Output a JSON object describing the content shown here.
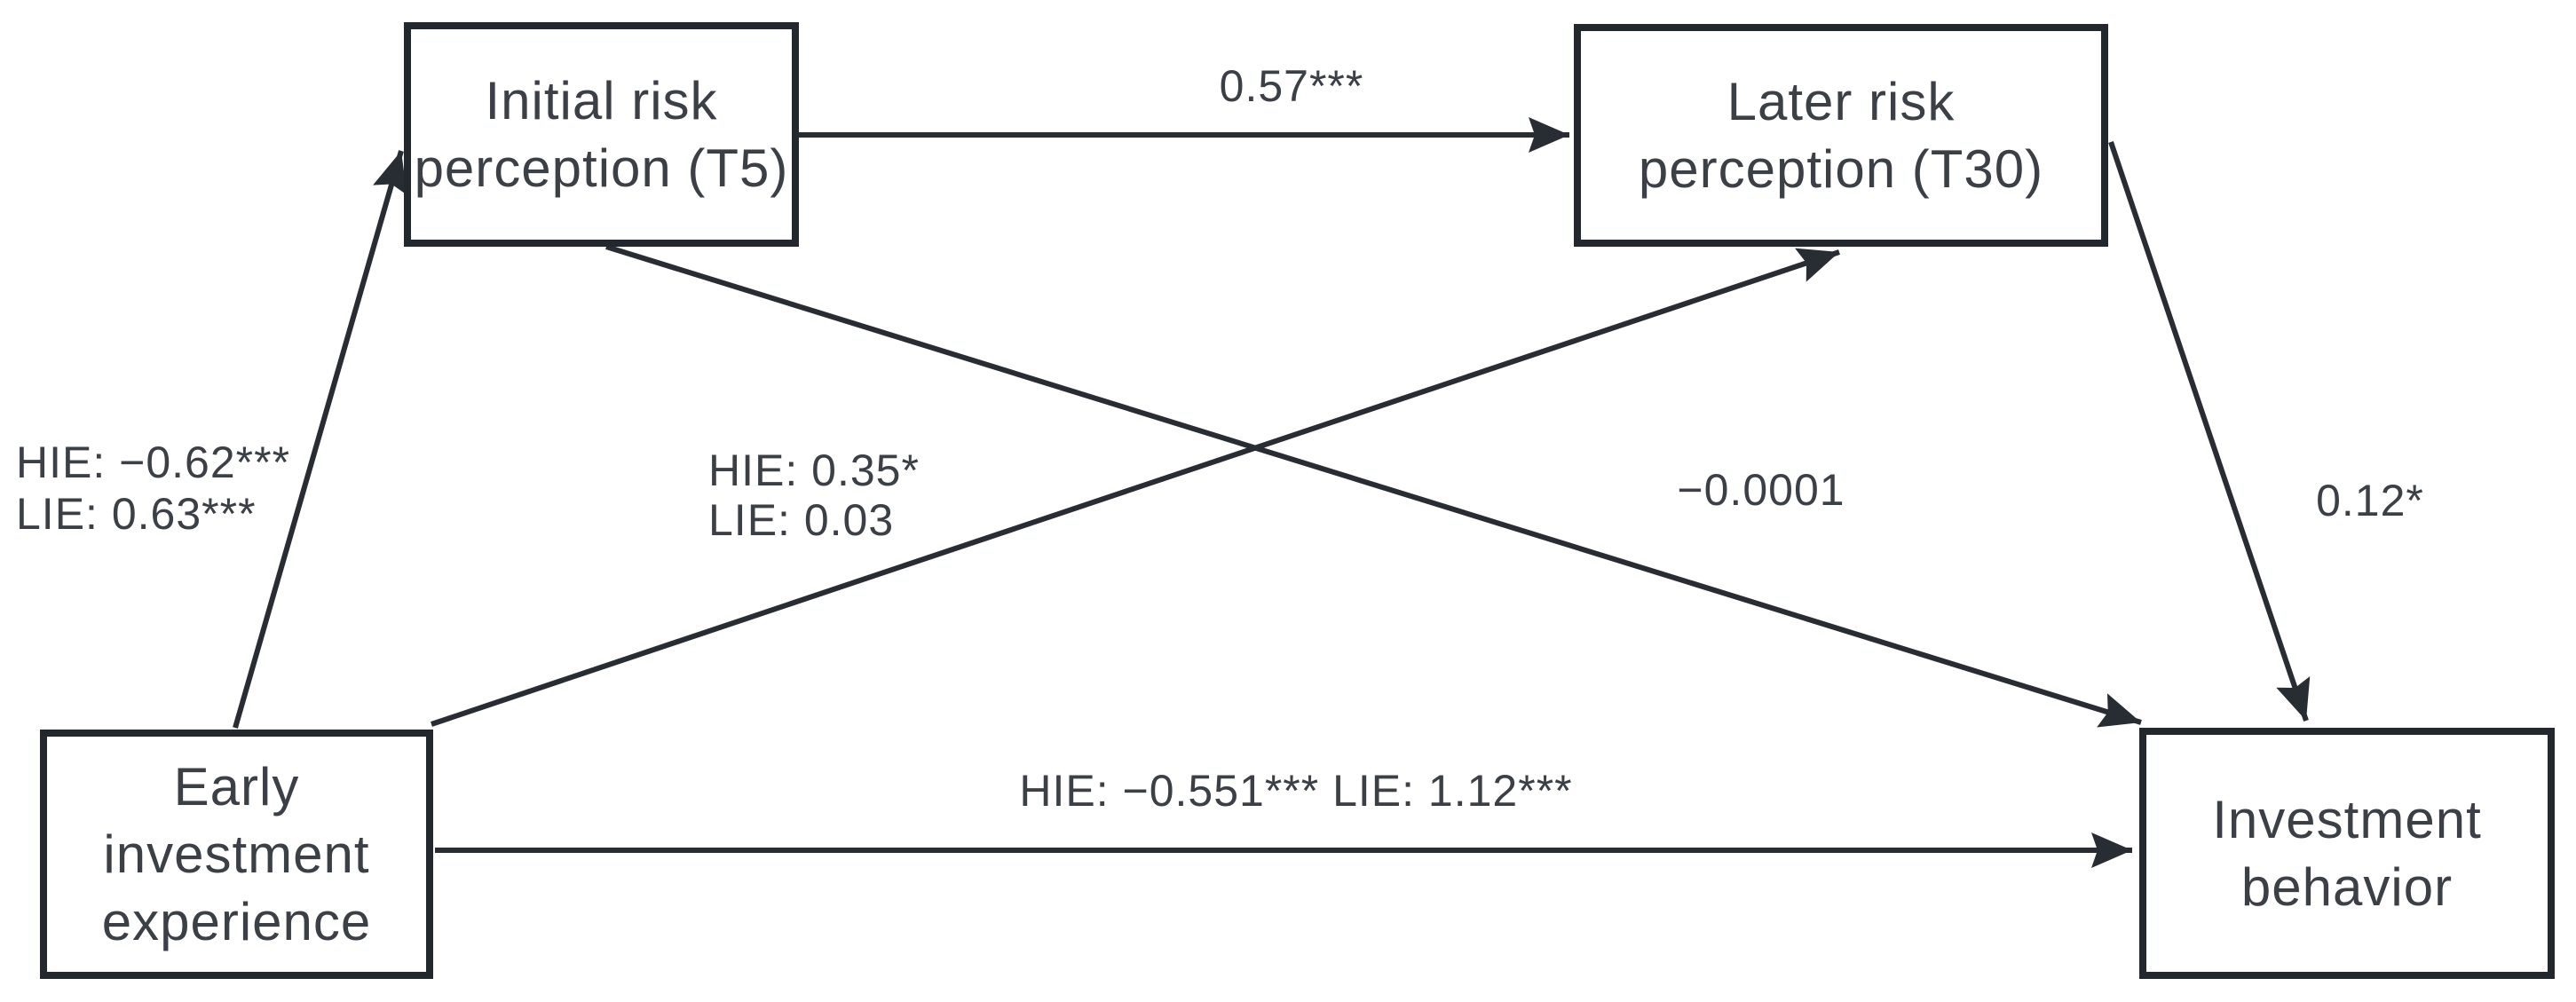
{
  "colors": {
    "background": "#ffffff",
    "box_border": "#23272e",
    "arrow_line": "#282d34",
    "text": "#3b3f46"
  },
  "nodes": {
    "initial_risk_perception": {
      "lines": [
        "Initial risk",
        "perception (T5)"
      ]
    },
    "later_risk_perception": {
      "lines": [
        "Later risk",
        "perception (T30)"
      ]
    },
    "early_investment_experience": {
      "lines": [
        "Early",
        "investment",
        "experience"
      ]
    },
    "investment_behavior": {
      "lines": [
        "Investment",
        "behavior"
      ]
    }
  },
  "path_labels": {
    "initial_to_later": "0.57***",
    "early_to_initial_lines": [
      "HIE: −0.62***",
      "LIE: 0.63***"
    ],
    "early_to_later_lines": [
      "HIE: 0.35*",
      "LIE: 0.03"
    ],
    "initial_to_investment": "−0.0001",
    "later_to_investment": "0.12*",
    "early_to_investment": "HIE: −0.551*** LIE: 1.12***"
  }
}
